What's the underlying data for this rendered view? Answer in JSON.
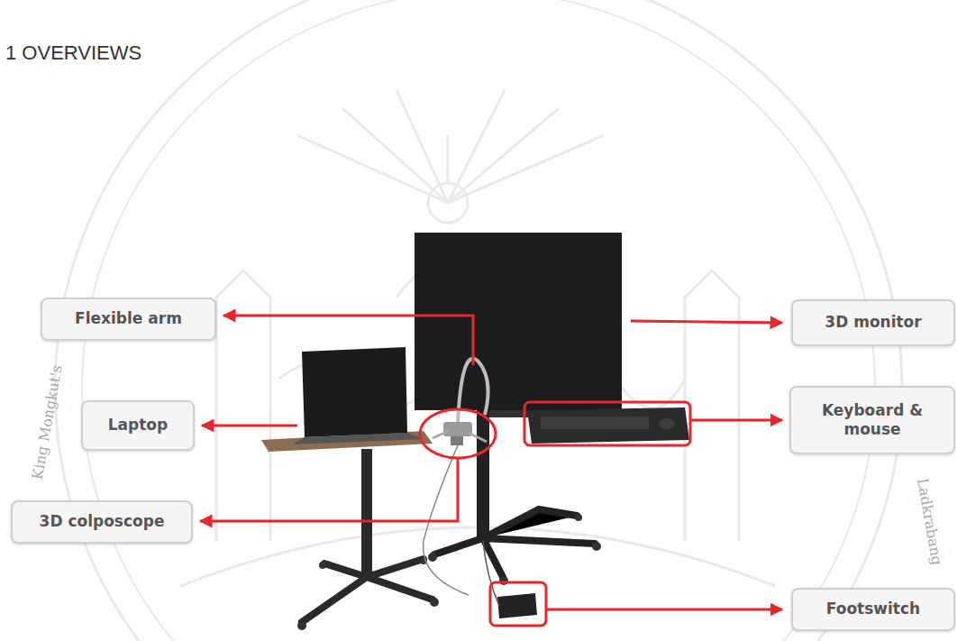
{
  "diagram": {
    "title": "1 OVERVIEWS",
    "nodes": [
      {
        "text": [
          "Flexible arm"
        ]
      },
      {
        "text": [
          "3D monitor"
        ]
      },
      {
        "text": [
          "Laptop"
        ]
      },
      {
        "text": [
          "Keyboard & mouse"
        ]
      },
      {
        "text": [
          "3D colposcope"
        ]
      },
      {
        "text": [
          "Footswitch"
        ]
      }
    ],
    "labels": [
      "King Mongkut's",
      "Ladkrabang"
    ]
  }
}
